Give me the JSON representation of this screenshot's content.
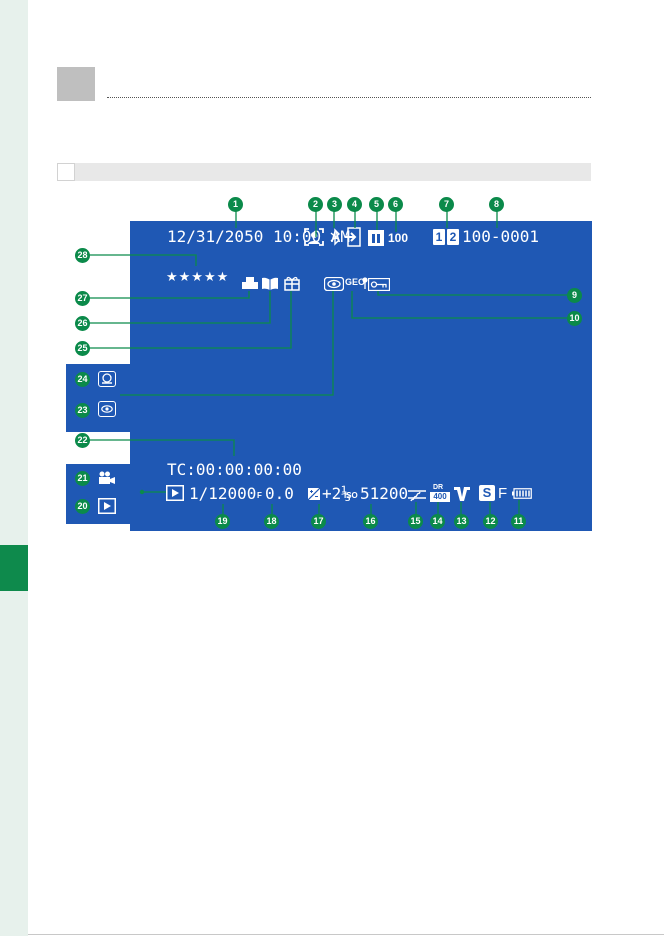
{
  "screen": {
    "date_time": "12/31/2050 10:00 AM",
    "frame_count": "100",
    "file_number": "100-0001",
    "card_slot_1": "1",
    "card_slot_2": "2",
    "rating": "★★★★★",
    "timecode": "TC:00:00:00:00",
    "shutter_speed": "1/12000",
    "aperture_prefix": "F",
    "aperture": "0.0",
    "exposure_comp": "+2⅓",
    "iso_prefix": "ISO",
    "iso": "51200",
    "dr_label": "DR",
    "dr_value": "400",
    "film_sim": "S",
    "image_quality": "F",
    "geo_label": "GEO"
  },
  "callouts": [
    "1",
    "2",
    "3",
    "4",
    "5",
    "6",
    "7",
    "8",
    "9",
    "10",
    "11",
    "12",
    "13",
    "14",
    "15",
    "16",
    "17",
    "18",
    "19",
    "20",
    "21",
    "22",
    "23",
    "24",
    "25",
    "26",
    "27",
    "28"
  ],
  "colors": {
    "screen_bg": "#1f58b4",
    "callout_green": "#0b8a4a",
    "chapter_tab": "#0e8a4c",
    "sidebar_bg": "#e7f1ec"
  }
}
